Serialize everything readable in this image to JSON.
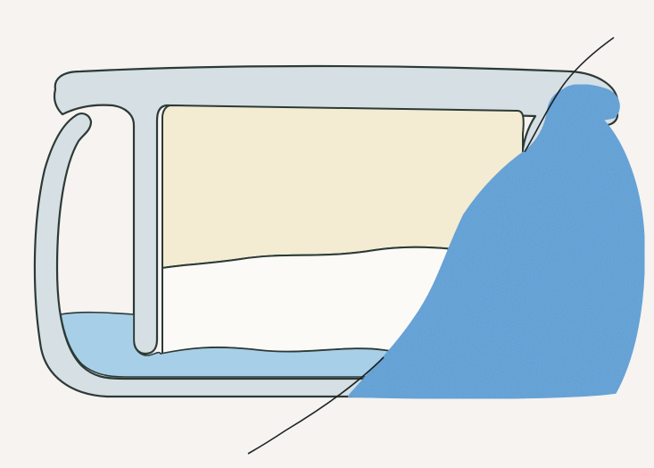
{
  "diagram": {
    "labels": [],
    "colors": {
      "background": "#f6f3f1",
      "frame_fill": "#d6dfe3",
      "frame_stroke": "#2c3a36",
      "upper_chamber": "#f3ecd2",
      "lower_chamber": "#fbfaf7",
      "channel_fluid": "#a7cfe8",
      "blue_mass": "#5aa0d8",
      "thin_line": "#1c2326"
    },
    "components": [
      "outer-frame",
      "left-hook-arm",
      "vertical-post",
      "upper-chamber",
      "lower-chamber",
      "bottom-fluid-channel",
      "blue-mass",
      "thin-crossing-line"
    ]
  }
}
